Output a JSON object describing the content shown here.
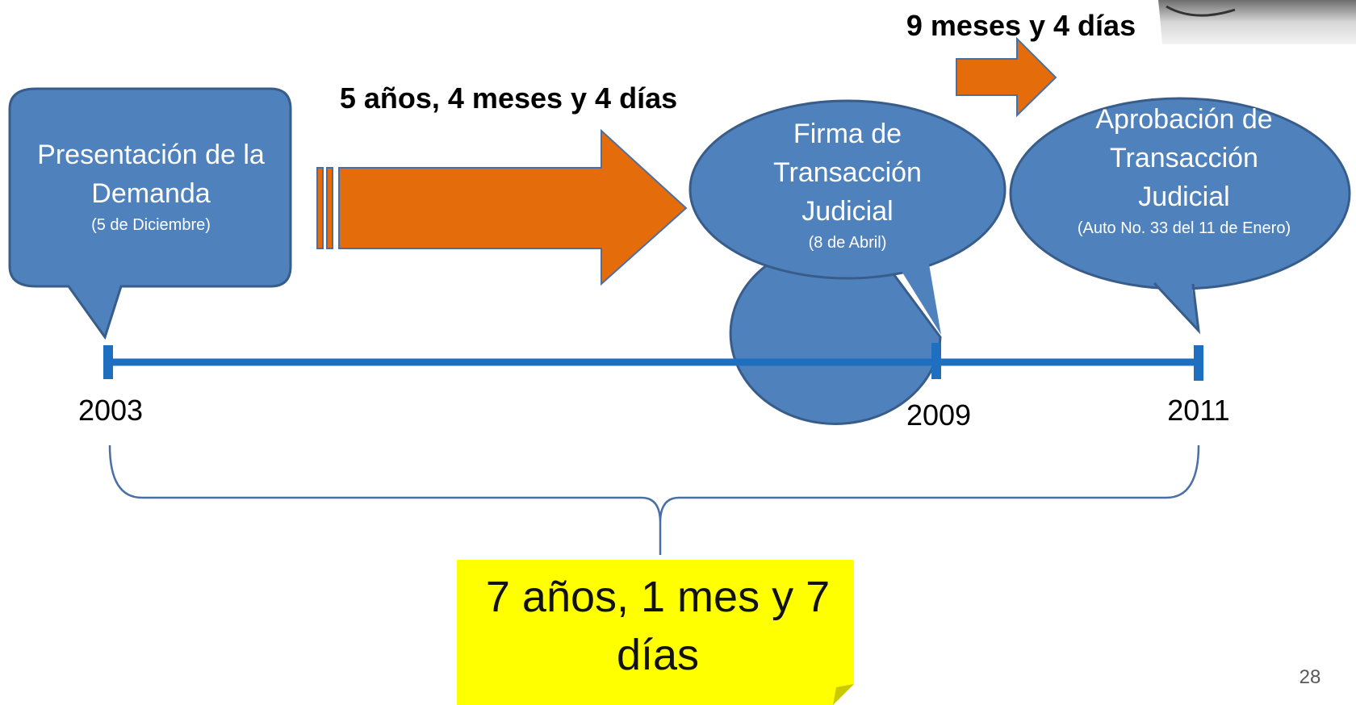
{
  "events": [
    {
      "title": "Presentación de la Demanda",
      "date": "(5 de Diciembre)",
      "year": "2003"
    },
    {
      "title": "Firma de Transacción Judicial",
      "date": "(8 de Abril)",
      "year": "2009"
    },
    {
      "title": "Aprobación de Transacción Judicial",
      "date": "(Auto No. 33  del 11 de Enero)",
      "year": "2011"
    }
  ],
  "durations": {
    "first": "5 años, 4 meses y 4 días",
    "second": "9 meses y 4 días",
    "total": "7 años, 1 mes y 7 días"
  },
  "page_number": "28",
  "colors": {
    "callout_fill": "#4f81bd",
    "callout_stroke": "#385d8a",
    "arrow_fill": "#e46c0a",
    "arrow_stroke": "#4a6fa5",
    "timeline": "#1f6fc0",
    "note": "#ffff00"
  }
}
